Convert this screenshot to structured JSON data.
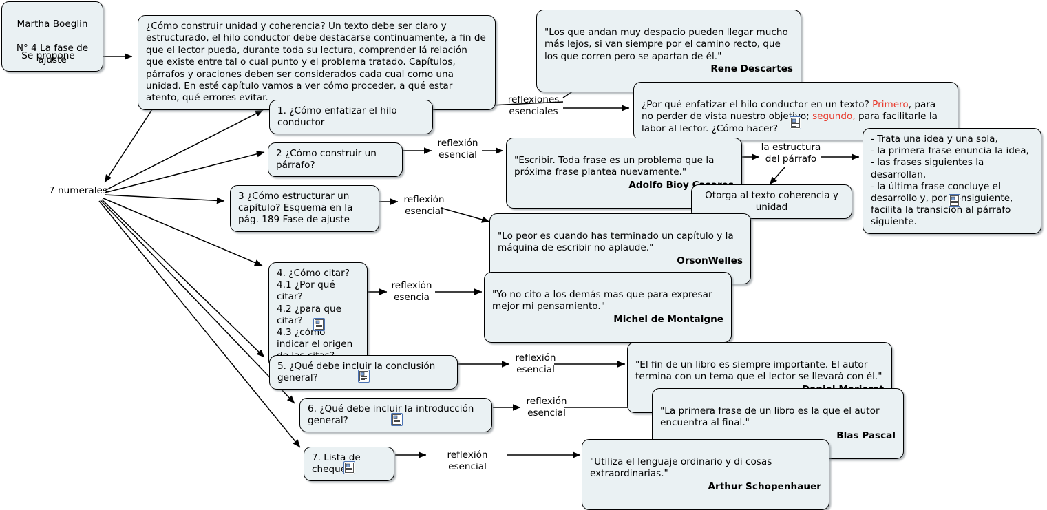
{
  "map": {
    "title": "Martha Boeglin - N° 4 La fase de ajuste",
    "accent_red": "#e8392c",
    "node_fill": "#eaf1f3",
    "node_border": "#000000",
    "icon_border": "#4a73b5"
  },
  "root": {
    "line1": "Martha Boeglin",
    "line2": "N° 4 La fase de ajuste"
  },
  "connector_labels": {
    "se_propone": "Se propone",
    "siete_numerales": "7 numerales",
    "reflexiones_esenciales": "reflexiones\nesenciales",
    "reflexion_esencial_2": "reflexión\nesencial",
    "reflexion_esencial_3": "reflexión\nesencial",
    "reflexion_esencia_4": "reflexión\nesencia",
    "reflexion_esencial_5": "reflexión\nesencial",
    "reflexion_esencial_6": "reflexión\nesencial",
    "reflexion_esencial_7": "reflexión esencial",
    "la_estructura_del_parrafo": "la estructura\ndel párrafo"
  },
  "intro": {
    "text": "¿Cómo construir unidad y coherencia? Un texto debe ser claro y estructurado, el hilo conductor debe destacarse continuamente, a fin de que el lector pueda, durante toda su lectura, comprender lá relación que existe entre tal o cual punto y el problema tratado. Capítulos, párrafos y oraciones deben ser considerados cada cual como una unidad. En esté capítulo vamos a ver cómo proceder, a qué estar atento, qué errores evitar."
  },
  "numerals": [
    {
      "id": 1,
      "text": "1. ¿Cómo enfatizar el hilo conductor",
      "has_icon": false
    },
    {
      "id": 2,
      "text": "2 ¿Cómo construir un párrafo?",
      "has_icon": false
    },
    {
      "id": 3,
      "text": "3 ¿Cómo estructurar un capítulo? Esquema en la pág. 189 Fase de ajuste",
      "has_icon": false
    },
    {
      "id": 4,
      "text": "4. ¿Cómo citar?\n4.1 ¿Por qué citar?\n4.2 ¿para que citar?\n4.3 ¿cómo indicar el origen de las citas?",
      "has_icon": true
    },
    {
      "id": 5,
      "text": "5. ¿Qué debe incluir la conclusión general?",
      "has_icon": true
    },
    {
      "id": 6,
      "text": "6. ¿Qué debe incluir la introducción general?",
      "has_icon": true
    },
    {
      "id": 7,
      "text": "7. Lista de chequeo",
      "has_icon": true
    }
  ],
  "quotes": {
    "descartes": {
      "text": "\"Los que andan muy despacio pueden llegar mucho más lejos, si van siempre por el camino recto, que los que corren pero se apartan de él.\"",
      "author": "Rene Descartes"
    },
    "bioy_casares": {
      "text": "\"Escribir. Toda frase es un problema que la próxima frase plantea nuevamente.\"",
      "author": "Adolfo Bioy Casares"
    },
    "orson_welles": {
      "text": "\"Lo peor es cuando has terminado un capítulo y la máquina de escribir no aplaude.\"",
      "author": "OrsonWelles"
    },
    "montaigne": {
      "text": "\"Yo no cito a los demás mas que para expresar mejor mi pensamiento.\"",
      "author": "Michel de Montaigne"
    },
    "marjerat": {
      "text": "\"El fin de un libro es siempre importante. El autor termina con un tema que el lector se llevará con él.\"",
      "author": "Daniel Marjerat"
    },
    "pascal": {
      "text": "\"La primera frase de un libro es la que el autor encuentra al final.\"",
      "author": "Blas Pascal"
    },
    "schopenhauer": {
      "text": "\"Utiliza el lenguaje ordinario y di cosas extraordinarias.\"",
      "author": "Arthur Schopenhauer"
    }
  },
  "hilo_conductor_box": {
    "part1": "¿Por qué enfatizar el hilo conductor en un texto? ",
    "highlight1": "Primero",
    "part2": ", para no perder de vista nuestro objetivo; ",
    "highlight2": "segundo,",
    "part3": " para facilitarle la labor al lector. ¿Cómo hacer?"
  },
  "parrafo_structure": {
    "text": "- Trata una idea y una sola,\n- la primera frase enuncia la idea,\n- las frases siguientes la desarrollan,\n- la última frase concluye el desarrollo y, por consiguiente, facilita la transición al párrafo siguiente."
  },
  "coherencia_box": {
    "text": "Otorga al texto coherencia y unidad"
  },
  "icons": {
    "attachment": "document-image-icon"
  }
}
